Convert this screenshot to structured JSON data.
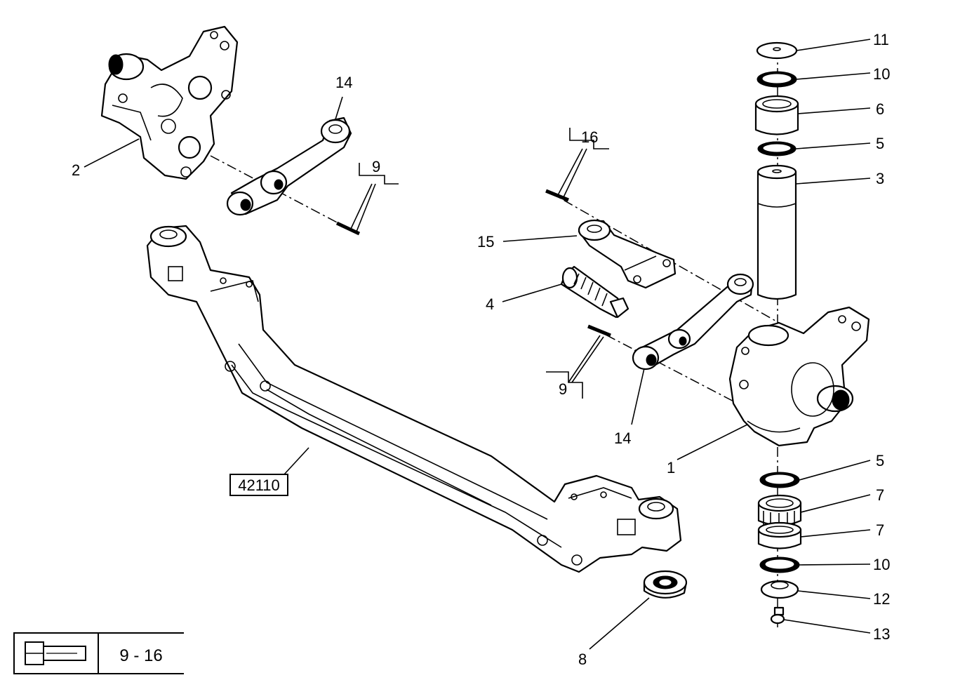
{
  "callouts": {
    "c1": "1",
    "c2": "2",
    "c3": "3",
    "c4": "4",
    "c5a": "5",
    "c5b": "5",
    "c6": "6",
    "c7a": "7",
    "c7b": "7",
    "c8": "8",
    "c9a": "9",
    "c9b": "9",
    "c10a": "10",
    "c10b": "10",
    "c11": "11",
    "c12": "12",
    "c13": "13",
    "c14a": "14",
    "c14b": "14",
    "c15": "15",
    "c16": "16"
  },
  "reference_box": {
    "label": "42110"
  },
  "legend": {
    "range": "9 - 16",
    "icon": "bolt-icon"
  }
}
